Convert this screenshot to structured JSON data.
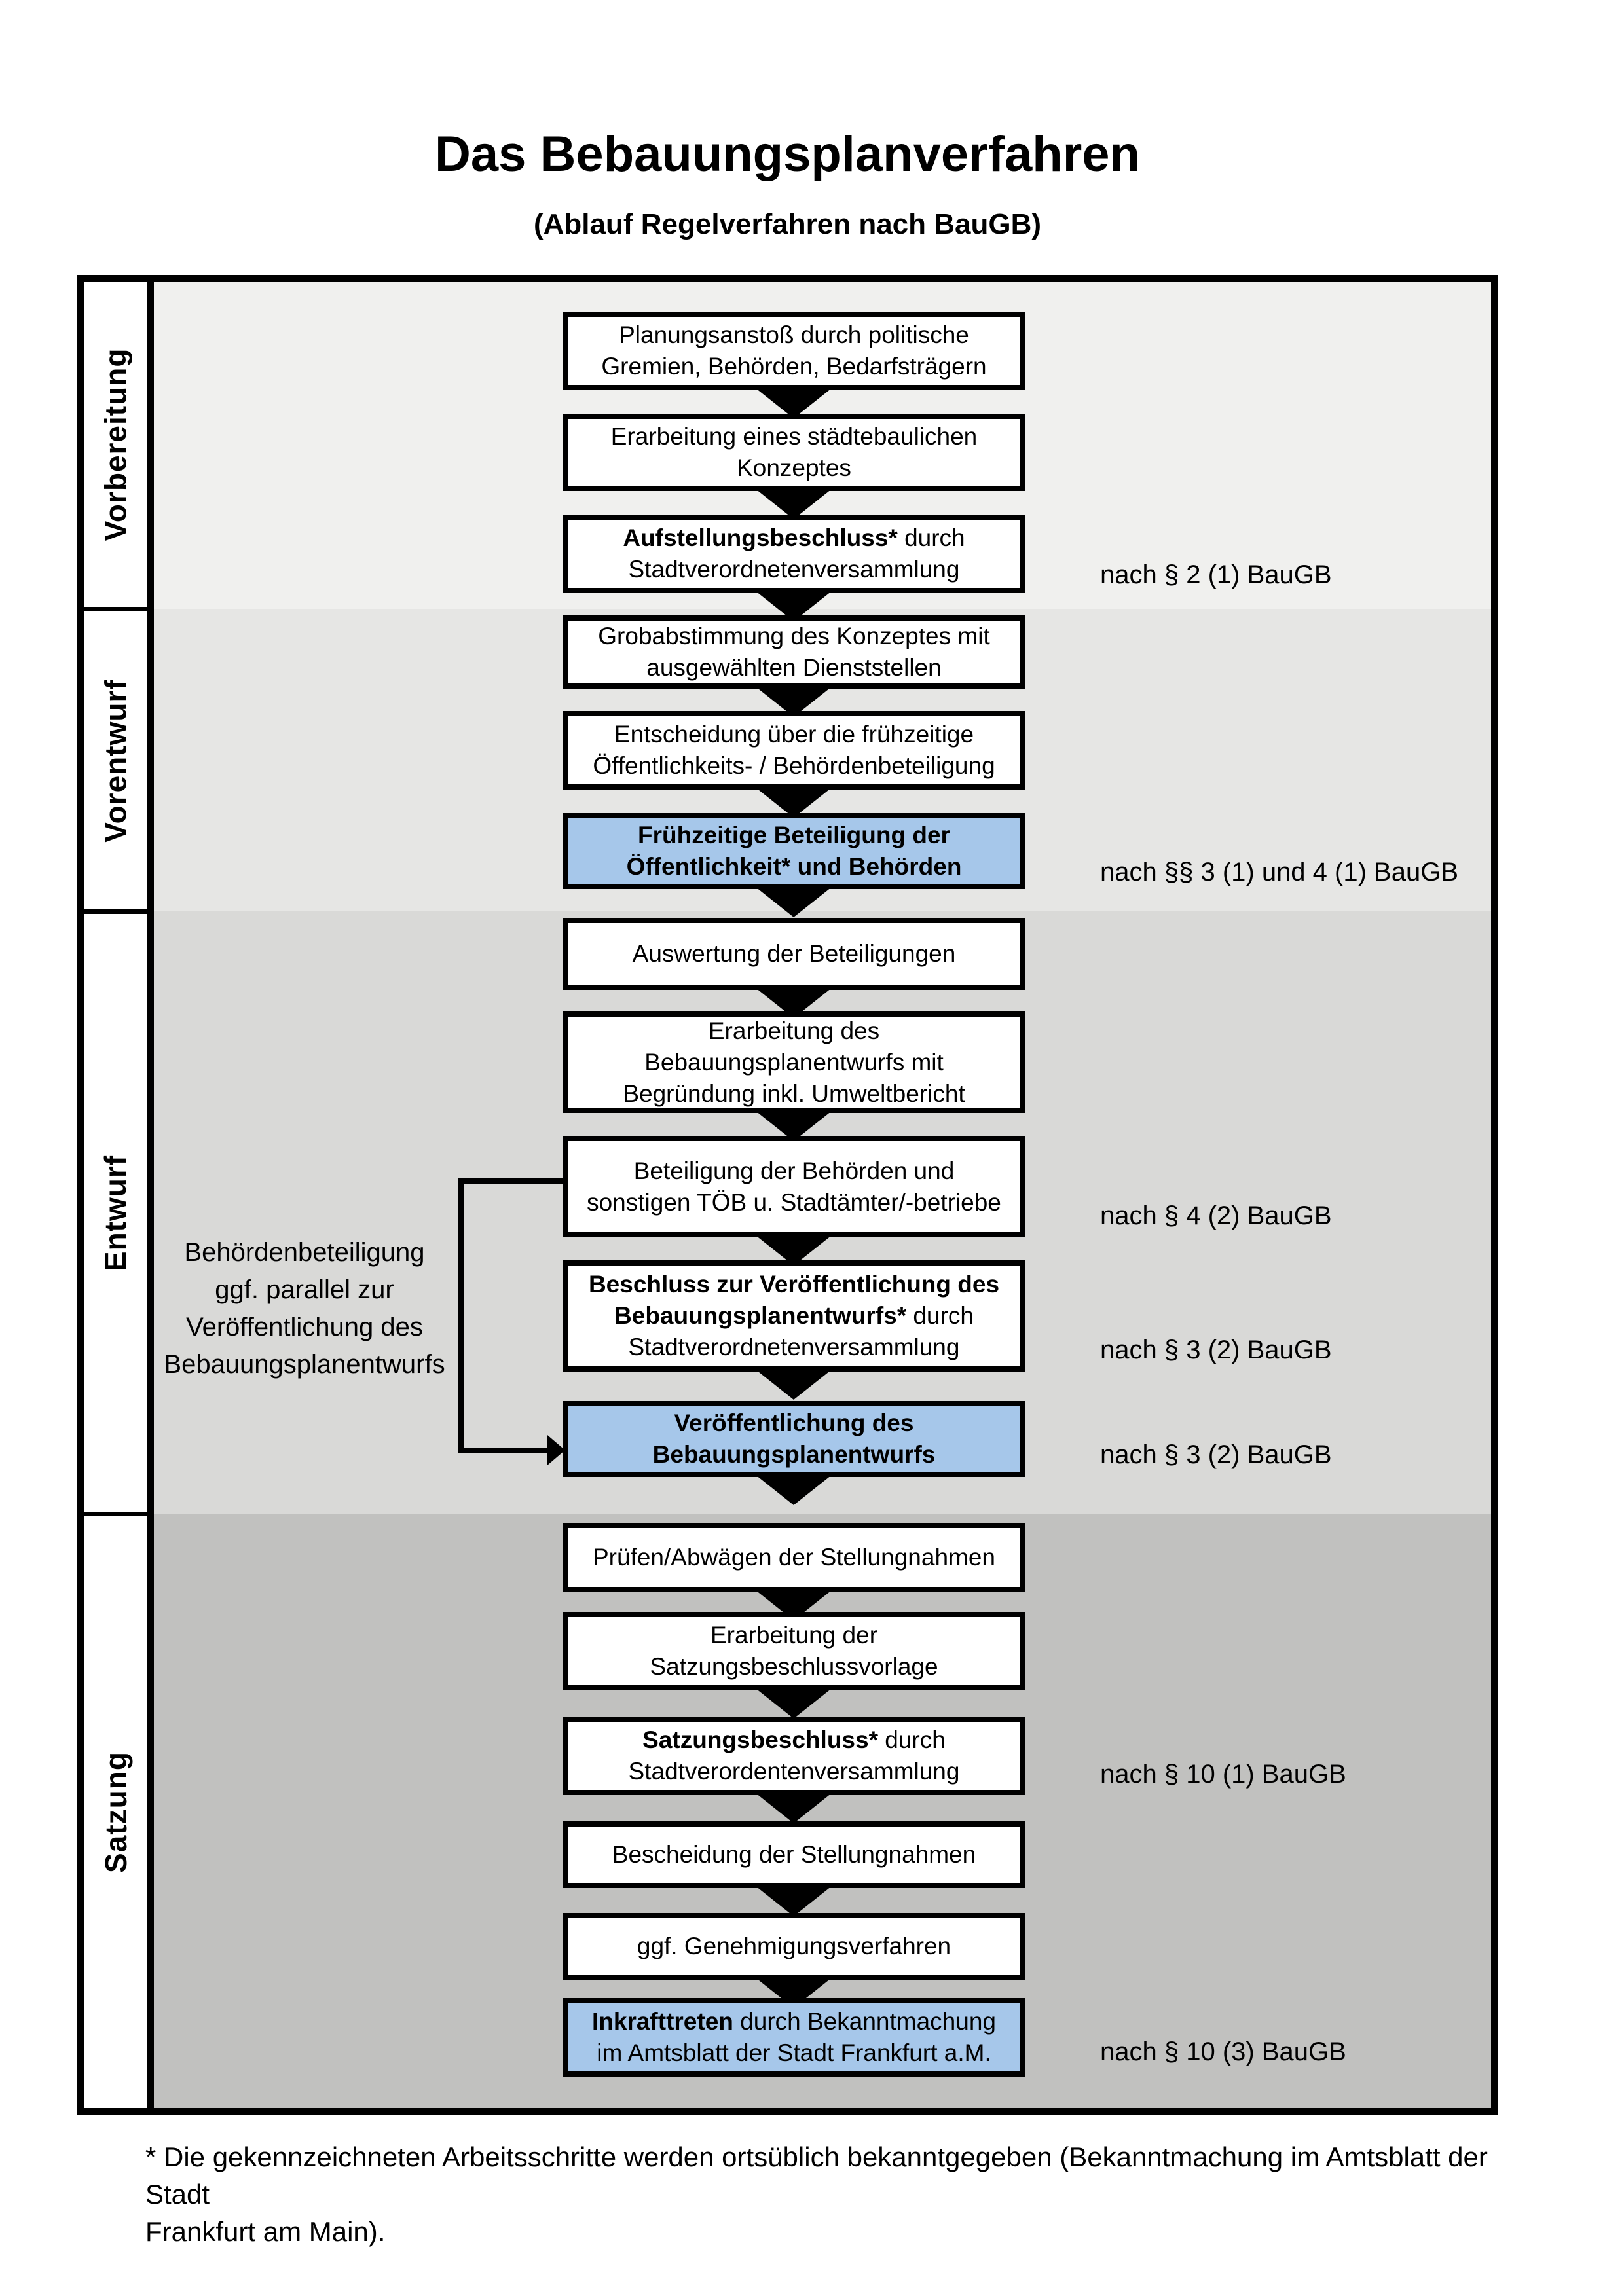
{
  "title": "Das Bebauungsplanverfahren",
  "subtitle": "(Ablauf Regelverfahren nach BauGB)",
  "colors": {
    "box_blue": "#a6c7ea",
    "band_vorbereitung": "#f0f0ee",
    "band_vorentwurf": "#e6e6e4",
    "band_entwurf": "#d9d9d7",
    "band_satzung": "#c1c1bf",
    "line_black": "#000000"
  },
  "phases": [
    {
      "label": "Vorbereitung"
    },
    {
      "label": "Vorentwurf"
    },
    {
      "label": "Entwurf"
    },
    {
      "label": "Satzung"
    }
  ],
  "boxes": [
    {
      "style": "white",
      "phase": "Vorbereitung",
      "lines": [
        [
          {
            "t": "Planungsanstoß durch politische",
            "b": 0
          }
        ],
        [
          {
            "t": "Gremien, Behörden, Bedarfsträgern",
            "b": 0
          }
        ]
      ]
    },
    {
      "style": "white",
      "phase": "Vorbereitung",
      "lines": [
        [
          {
            "t": "Erarbeitung eines städtebaulichen",
            "b": 0
          }
        ],
        [
          {
            "t": "Konzeptes",
            "b": 0
          }
        ]
      ]
    },
    {
      "style": "white",
      "phase": "Vorbereitung",
      "ref": "nach § 2 (1) BauGB",
      "lines": [
        [
          {
            "t": "Aufstellungsbeschluss*",
            "b": 1
          },
          {
            "t": " durch",
            "b": 0
          }
        ],
        [
          {
            "t": "Stadtverordnetenversammlung",
            "b": 0
          }
        ]
      ]
    },
    {
      "style": "white",
      "phase": "Vorentwurf",
      "lines": [
        [
          {
            "t": "Grobabstimmung des Konzeptes mit",
            "b": 0
          }
        ],
        [
          {
            "t": "ausgewählten Dienststellen",
            "b": 0
          }
        ]
      ]
    },
    {
      "style": "white",
      "phase": "Vorentwurf",
      "lines": [
        [
          {
            "t": "Entscheidung über die frühzeitige",
            "b": 0
          }
        ],
        [
          {
            "t": "Öffentlichkeits- / Behördenbeteiligung",
            "b": 0
          }
        ]
      ]
    },
    {
      "style": "blue",
      "phase": "Vorentwurf",
      "ref": "nach §§ 3 (1) und 4 (1) BauGB",
      "lines": [
        [
          {
            "t": "Frühzeitige Beteiligung der",
            "b": 1
          }
        ],
        [
          {
            "t": "Öffentlichkeit* und Behörden",
            "b": 1
          }
        ]
      ]
    },
    {
      "style": "white",
      "phase": "Entwurf",
      "lines": [
        [
          {
            "t": "Auswertung der Beteiligungen",
            "b": 0
          }
        ]
      ]
    },
    {
      "style": "white",
      "phase": "Entwurf",
      "lines": [
        [
          {
            "t": "Erarbeitung des",
            "b": 0
          }
        ],
        [
          {
            "t": "Bebauungsplanentwurfs mit",
            "b": 0
          }
        ],
        [
          {
            "t": "Begründung inkl. Umweltbericht",
            "b": 0
          }
        ]
      ]
    },
    {
      "style": "white",
      "phase": "Entwurf",
      "ref": "nach § 4 (2) BauGB",
      "lines": [
        [
          {
            "t": "Beteiligung der Behörden und",
            "b": 0
          }
        ],
        [
          {
            "t": "sonstigen TÖB u. Stadtämter/-betriebe",
            "b": 0
          }
        ]
      ]
    },
    {
      "style": "white",
      "phase": "Entwurf",
      "ref": "nach § 3 (2) BauGB",
      "lines": [
        [
          {
            "t": "Beschluss zur Veröffentlichung des",
            "b": 1
          }
        ],
        [
          {
            "t": "Bebauungsplanentwurfs*",
            "b": 1
          },
          {
            "t": " durch",
            "b": 0
          }
        ],
        [
          {
            "t": "Stadtverordnetenversammlung",
            "b": 0
          }
        ]
      ]
    },
    {
      "style": "blue",
      "phase": "Entwurf",
      "ref": "nach § 3 (2) BauGB",
      "lines": [
        [
          {
            "t": "Veröffentlichung des",
            "b": 1
          }
        ],
        [
          {
            "t": "Bebauungsplanentwurfs",
            "b": 1
          }
        ]
      ]
    },
    {
      "style": "white",
      "phase": "Satzung",
      "lines": [
        [
          {
            "t": "Prüfen/Abwägen der Stellungnahmen",
            "b": 0
          }
        ]
      ]
    },
    {
      "style": "white",
      "phase": "Satzung",
      "lines": [
        [
          {
            "t": "Erarbeitung der",
            "b": 0
          }
        ],
        [
          {
            "t": "Satzungsbeschlussvorlage",
            "b": 0
          }
        ]
      ]
    },
    {
      "style": "white",
      "phase": "Satzung",
      "ref": "nach § 10 (1) BauGB",
      "lines": [
        [
          {
            "t": "Satzungsbeschluss*",
            "b": 1
          },
          {
            "t": " durch",
            "b": 0
          }
        ],
        [
          {
            "t": "Stadtverordentenversammlung",
            "b": 0
          }
        ]
      ]
    },
    {
      "style": "white",
      "phase": "Satzung",
      "lines": [
        [
          {
            "t": "Bescheidung der Stellungnahmen",
            "b": 0
          }
        ]
      ]
    },
    {
      "style": "white",
      "phase": "Satzung",
      "lines": [
        [
          {
            "t": "ggf. Genehmigungsverfahren",
            "b": 0
          }
        ]
      ]
    },
    {
      "style": "blue",
      "phase": "Satzung",
      "ref": "nach § 10 (3) BauGB",
      "lines": [
        [
          {
            "t": "Inkrafttreten",
            "b": 1
          },
          {
            "t": " durch Bekanntmachung",
            "b": 0
          }
        ],
        [
          {
            "t": "im Amtsblatt der Stadt Frankfurt a.M.",
            "b": 0
          }
        ]
      ]
    }
  ],
  "side_note": {
    "lines": [
      "Behördenbeteiligung",
      "ggf. parallel zur",
      "Veröffentlichung des",
      "Bebauungsplanentwurfs"
    ]
  },
  "footnote": {
    "lines": [
      "* Die gekennzeichneten Arbeitsschritte werden ortsüblich bekanntgegeben (Bekanntmachung im Amtsblatt  der Stadt",
      "Frankfurt am Main)."
    ]
  }
}
